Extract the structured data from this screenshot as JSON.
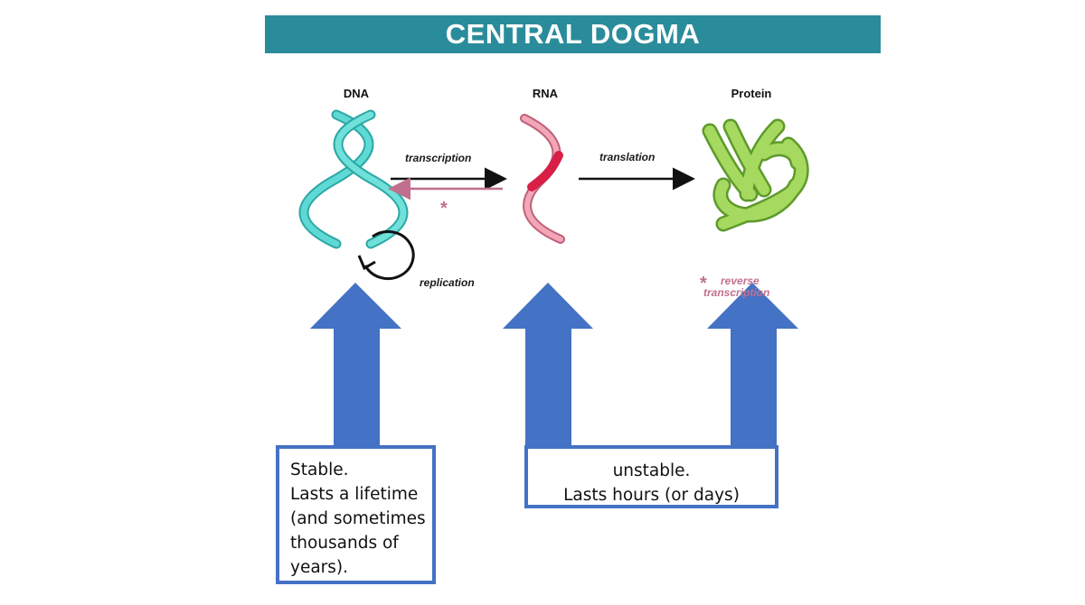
{
  "title": "CENTRAL DOGMA",
  "molecules": {
    "dna": "DNA",
    "rna": "RNA",
    "protein": "Protein"
  },
  "processes": {
    "transcription": "transcription",
    "translation": "translation",
    "replication": "replication",
    "reverse_line1": "reverse",
    "reverse_line2": "transcription",
    "asterisk": "*"
  },
  "boxes": {
    "stable": {
      "lines": [
        "Stable.",
        "Lasts a lifetime",
        "(and sometimes",
        "thousands of",
        "years)."
      ]
    },
    "unstable": {
      "lines": [
        "unstable.",
        "Lasts hours (or days)"
      ]
    }
  },
  "colors": {
    "title_bar": "#2a8c9b",
    "dna_helix": "#4fd0cc",
    "rna_helix": "#e88a9e",
    "rna_accent": "#d81f45",
    "protein": "#9fd65a",
    "big_arrow": "#4472c4",
    "reverse_arrow": "#c0708e"
  },
  "icons": {
    "dna": "dna-double-helix-icon",
    "rna": "rna-single-strand-icon",
    "protein": "folded-protein-icon",
    "replication": "circular-arrow-icon"
  }
}
